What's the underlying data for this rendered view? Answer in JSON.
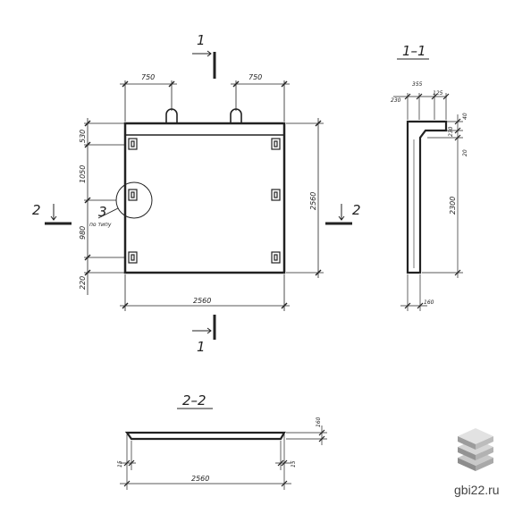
{
  "plan": {
    "dim_top_left": "750",
    "dim_top_right": "750",
    "dim_left": [
      "530",
      "1050",
      "980",
      "220"
    ],
    "dim_right_height": "2560",
    "dim_bottom_width": "2560",
    "detail_number": "3",
    "detail_note": "по типу"
  },
  "section_marks": {
    "cut1_top": "1",
    "cut1_bottom": "1",
    "cut2_left": "2",
    "cut2_right": "2"
  },
  "section_1_1": {
    "title": "1–1",
    "dims": [
      "230",
      "355",
      "125",
      "40",
      "230",
      "20",
      "2300",
      "160"
    ]
  },
  "section_2_2": {
    "title": "2–2",
    "dims": [
      "15",
      "2560",
      "15",
      "160"
    ]
  },
  "watermark": {
    "text": "gbi22.ru"
  }
}
